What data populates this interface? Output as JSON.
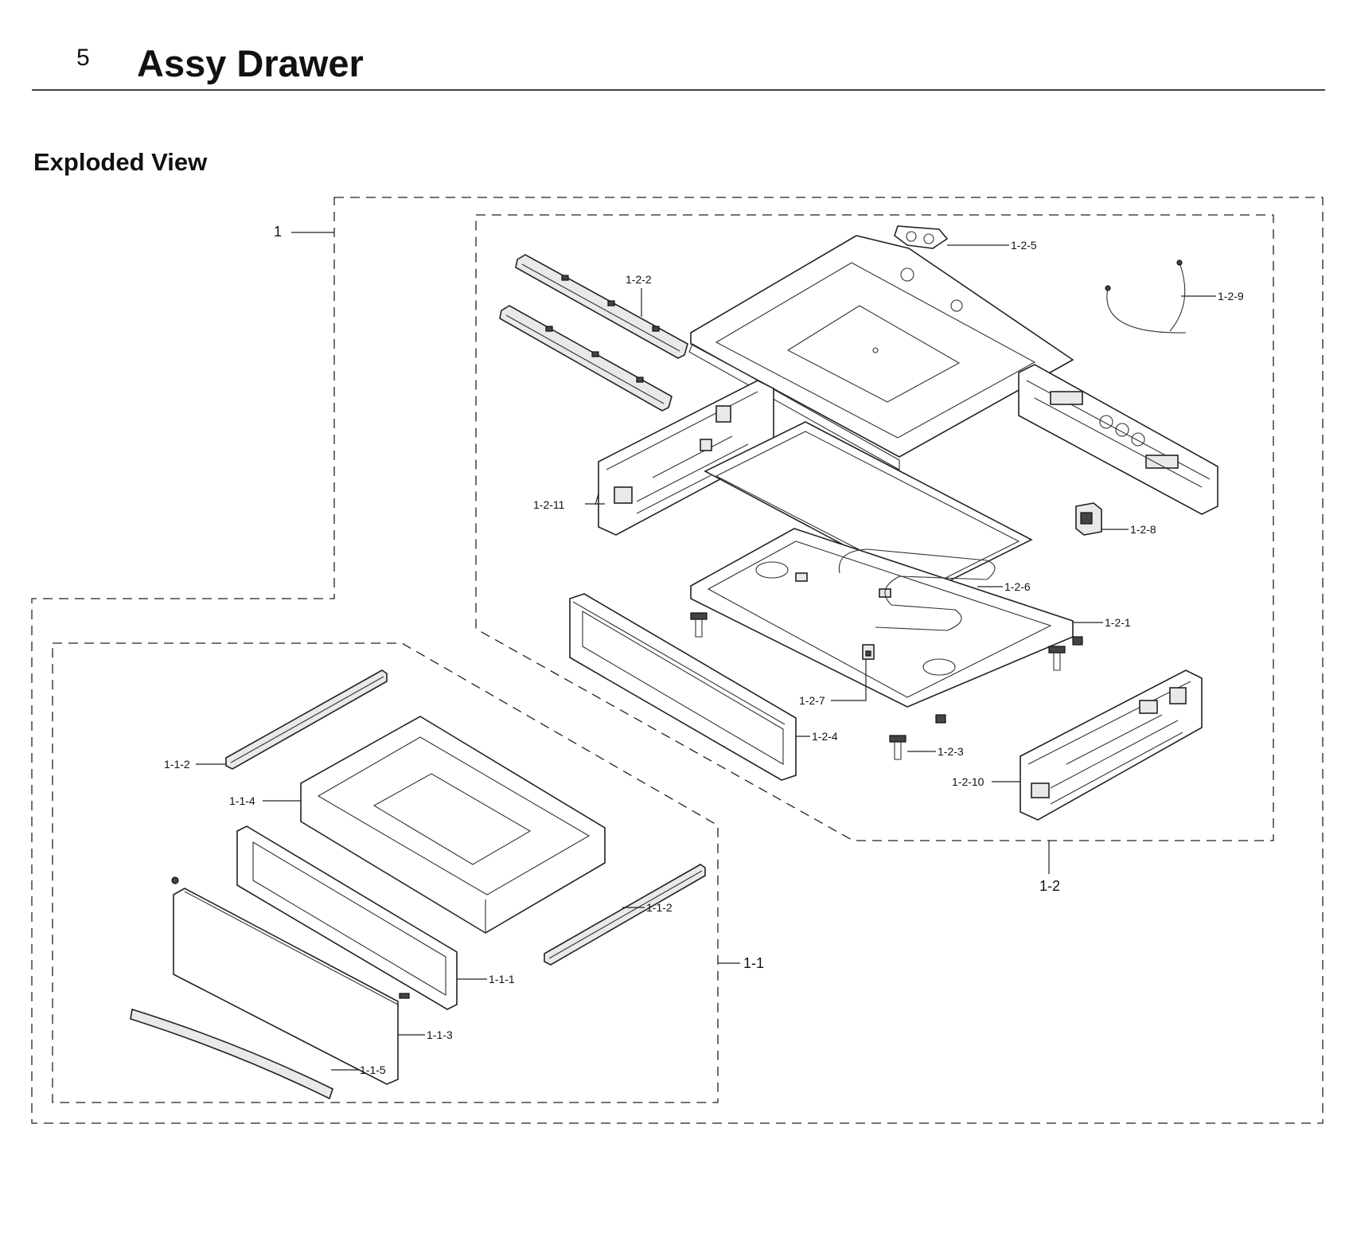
{
  "header": {
    "section_number": "5",
    "section_title": "Assy Drawer"
  },
  "subtitle": "Exploded View",
  "callouts": {
    "c1": "1",
    "c1_1": "1-1",
    "c1_1_1": "1-1-1",
    "c1_1_2a": "1-1-2",
    "c1_1_2b": "1-1-2",
    "c1_1_3": "1-1-3",
    "c1_1_4": "1-1-4",
    "c1_1_5": "1-1-5",
    "c1_2": "1-2",
    "c1_2_1": "1-2-1",
    "c1_2_2": "1-2-2",
    "c1_2_3": "1-2-3",
    "c1_2_4": "1-2-4",
    "c1_2_5": "1-2-5",
    "c1_2_6": "1-2-6",
    "c1_2_7": "1-2-7",
    "c1_2_8": "1-2-8",
    "c1_2_9": "1-2-9",
    "c1_2_10": "1-2-10",
    "c1_2_11": "1-2-11"
  }
}
